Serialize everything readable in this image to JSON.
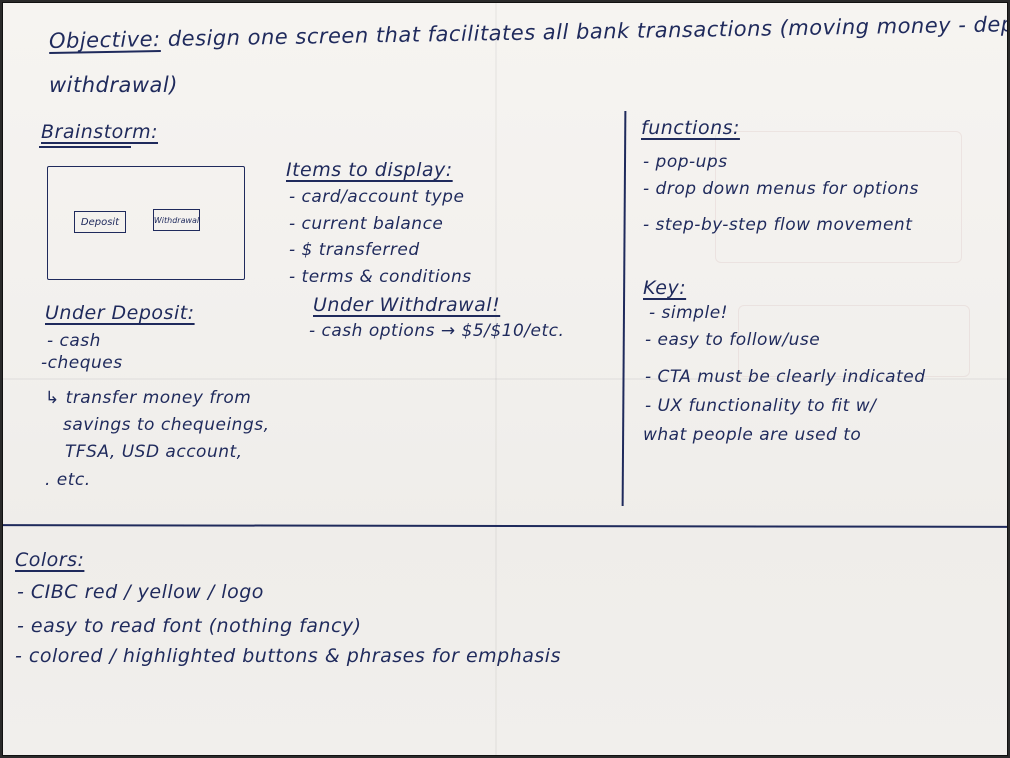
{
  "objective": {
    "label": "Objective:",
    "line1": "design one screen that facilitates all bank transactions (moving money - deposit &",
    "line2": "withdrawal)"
  },
  "brainstorm": {
    "heading": "Brainstorm:",
    "sketch": {
      "deposit_label": "Deposit",
      "withdrawal_label": "Withdrawal"
    }
  },
  "items_to_display": {
    "heading": "Items to display:",
    "items": [
      "- card/account type",
      "- current balance",
      "- $ transferred",
      "- terms & conditions"
    ]
  },
  "under_withdrawal": {
    "heading": "Under Withdrawal!",
    "items": [
      "- cash options → $5/$10/etc."
    ]
  },
  "under_deposit": {
    "heading": "Under Deposit:",
    "items": [
      "- cash",
      "-cheques"
    ],
    "transfer_lines": [
      "↳ transfer money from",
      "savings to chequeings,",
      "TFSA, USD account,",
      ". etc."
    ]
  },
  "functions": {
    "heading": "functions:",
    "items": [
      "- pop-ups",
      "- drop down menus for options",
      "- step-by-step flow movement"
    ]
  },
  "key": {
    "heading": "Key:",
    "items": [
      "- simple!",
      "- easy to follow/use",
      "- CTA must be clearly indicated",
      "- UX functionality to fit w/",
      "what people are used to"
    ]
  },
  "colors": {
    "heading": "Colors:",
    "items": [
      "- CIBC red / yellow / logo",
      "- easy to read font (nothing fancy)",
      "- colored / highlighted buttons & phrases for emphasis"
    ]
  }
}
